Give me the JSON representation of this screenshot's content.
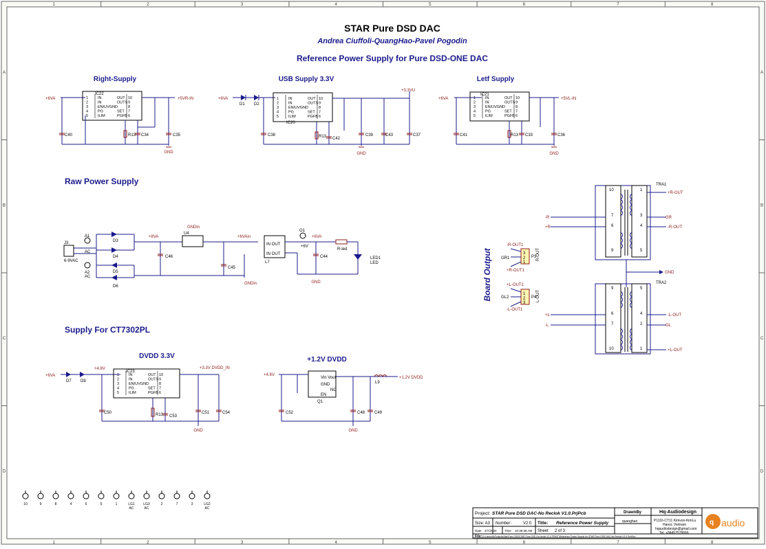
{
  "title": "STAR Pure DSD DAC",
  "authors": "Andrea Ciuffoli-QuangHao-Pavel Pogodin",
  "subtitle": "Reference Power Supply for Pure DSD-ONE DAC",
  "frame": {
    "cols": [
      "1",
      "2",
      "3",
      "4",
      "5",
      "6",
      "7",
      "8"
    ],
    "rows": [
      "A",
      "B",
      "C",
      "D"
    ]
  },
  "sections": {
    "right_supply": "Right-Supply",
    "usb_supply": "USB Supply 3.3V",
    "left_supply": "Letf Supply",
    "raw_power": "Raw Power Supply",
    "ct7302": "Supply For CT7302PL",
    "dvdd": "DVDD 3.3V",
    "v12": "+1.2V DVDD",
    "board_output": "Board Output"
  },
  "regulator_pins": {
    "left": [
      "1",
      "2",
      "3",
      "4",
      "5"
    ],
    "left_names": [
      "IN",
      "IN",
      "EN/UVGND",
      "PG",
      "ILIM"
    ],
    "right_names": [
      "OUT",
      "OUTS",
      "",
      "SET",
      "PGFB"
    ],
    "right": [
      "10",
      "9",
      "8",
      "7",
      "6"
    ]
  },
  "parts": {
    "ic22": "IC22",
    "ic20": "IC20",
    "ic21": "IC21",
    "ic23": "IC23",
    "c40": "C40",
    "c34": "C34",
    "c35": "C35",
    "r13a": "R13",
    "c38": "C38",
    "c42": "C42",
    "c39": "C39",
    "c43": "C43",
    "c37": "C37",
    "r13b": "R13",
    "c41": "C41",
    "c33": "C33",
    "c36": "C36",
    "r13c": "R13",
    "d1": "D1",
    "d2": "D2",
    "d3": "D3",
    "d4": "D4",
    "d5": "D5",
    "d6": "D6",
    "d7": "D7",
    "d8": "D8",
    "j3": "J3",
    "a1": "A1",
    "a2": "A2",
    "u4": "U4",
    "c46": "C46",
    "c45": "C45",
    "l7": "L7",
    "o1": "O1",
    "c44": "C44",
    "rled": "R-led",
    "led1": "LED1",
    "led": "LED",
    "c50": "C50",
    "c51": "C51",
    "c53": "C53",
    "c54": "C54",
    "r13d": "R13",
    "c52": "C52",
    "q1": "Q1",
    "c48": "C48",
    "c49": "C49",
    "l9": "L9",
    "tra1": "TRA1",
    "tra2": "TRA2",
    "p3": "P3",
    "p4": "P4",
    "gr1": "GR1",
    "gl2": "GL2",
    "lg1": "LG1",
    "lg2": "LG2",
    "lg3": "LG3"
  },
  "nets": {
    "p6va": "+6VA",
    "p5vr": "+5VR-IN",
    "p5vl": "+5VL-IN",
    "p33vu": "+3.3VU",
    "gnd": "GND",
    "gndin": "GNDin",
    "p8va": "+8VA",
    "p6vain": "+6VAin",
    "p48v": "+4.8V",
    "p33dvdd": "+3.3V DVDD_IN",
    "p12dvdd": "+1.2V DVDD",
    "rout_p": "+R-OUT",
    "rout_m": "-R-OUT",
    "gr": "GR",
    "r_m": "-R",
    "r_p": "+R",
    "lout_p": "+L-OUT",
    "lout_m": "-L-OUT",
    "gl": "GL",
    "l_p": "+L",
    "l_m": "-L",
    "rout1_m": "-R-OUT1",
    "rout1_p": "+R-OUT1",
    "lout1_p": "+L-OUT1",
    "lout1_m": "-L-OUT1",
    "routc": "R-OUT",
    "loutc": "L-OUT",
    "ac": "AC",
    "vac": "6-9VAC",
    "in_out": "IN OUT",
    "in_out2": "IN OUT",
    "vin_vout": "Vin Vout",
    "q1gnd": "GND",
    "nc": "NC",
    "en": "EN",
    "led_v": "+6V"
  },
  "testpoints": [
    "10",
    "9",
    "8",
    "4",
    "6",
    "5",
    "1",
    "LG1",
    "LG3",
    "2",
    "7",
    "3",
    "LG2"
  ],
  "testpoint_sub": [
    "",
    "",
    "",
    "",
    "",
    "",
    "",
    "AC",
    "AC",
    "",
    "",
    "",
    "AC"
  ],
  "title_block": {
    "project_label": "Project:",
    "project": "STAR Pure DSD DAC-No Reclok V1.0.PrjPcb",
    "drawnby_label": "DrawnBy",
    "drawnby": "quanghao",
    "company": "Hq-Audiodesign",
    "address": "P1116-CT11 Kimvon-KimLu",
    "city": "Hanoi, Vietnam",
    "email": "hqaudiodesign@gmail.com",
    "tel": "Tel: +84452578666",
    "size_label": "Size: A3",
    "number_label": "Number:",
    "version": "V2.0",
    "title_label": "Title:",
    "sheet_title": "Reference Power Supply",
    "date_label": "Date",
    "date": "2/7/2020",
    "time_label": "Time",
    "time": "10:38:38 AM",
    "sheet_label": "Sheet",
    "sheet": "2 of 3",
    "file_label": "File:",
    "file": "D:\\Users\\Al\\Projects\\Star\\Pure DSD\\STAR Pure DSD No reclok V1.0 PRINT\\Reference Power Supply for STAR Pure DSD DAC-No Reclok V1.0.SchDoc",
    "logo_text": "audio"
  }
}
